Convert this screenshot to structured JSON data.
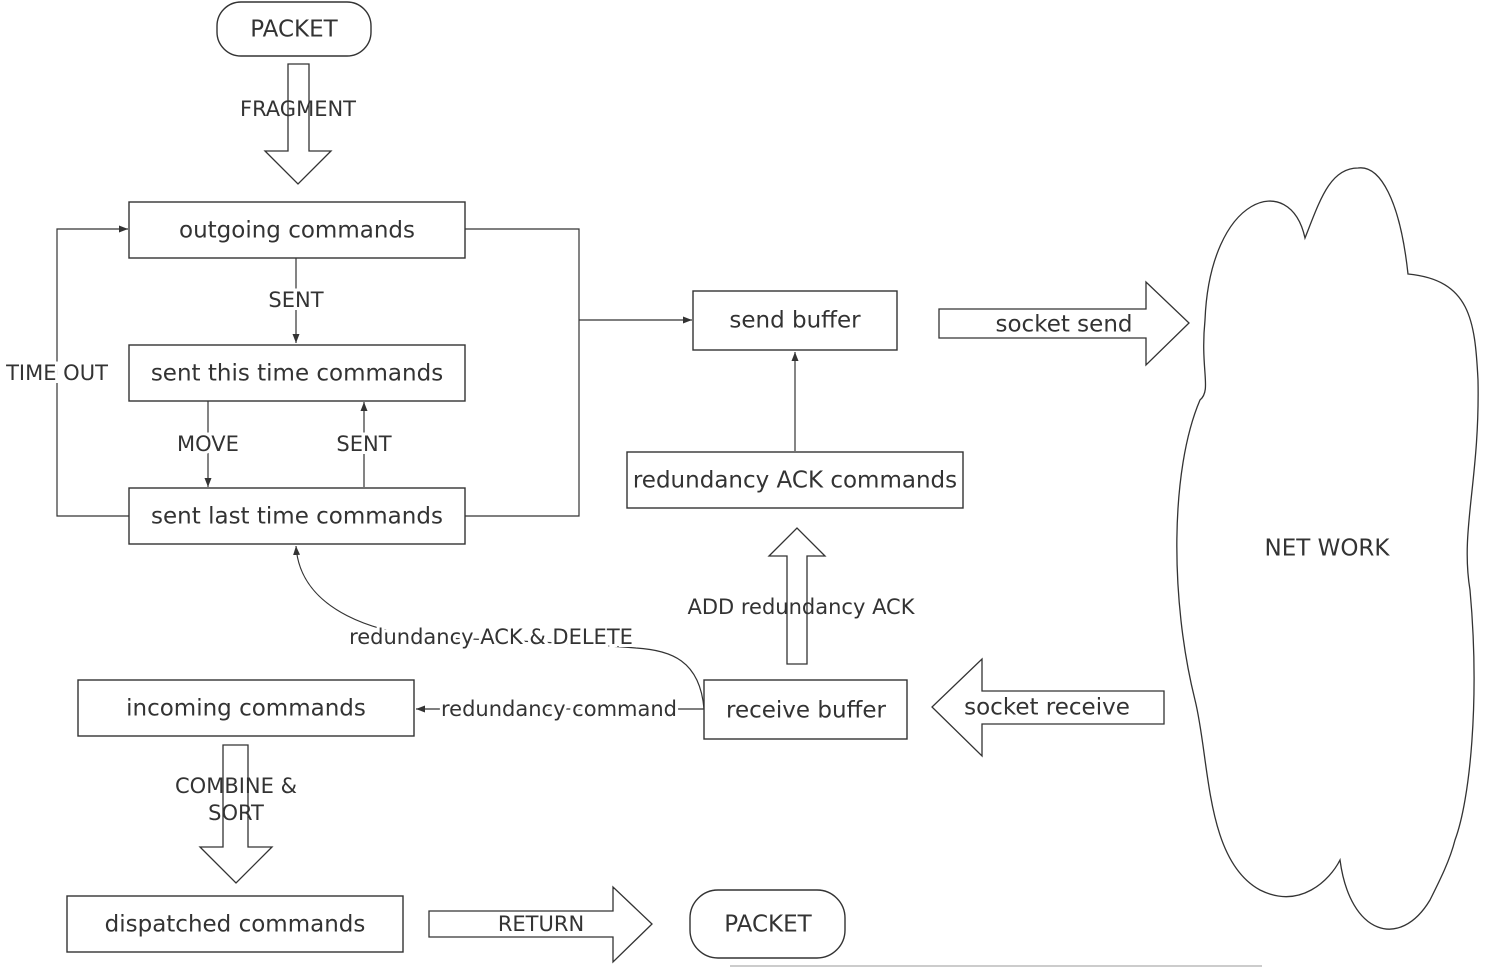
{
  "nodes": {
    "packet_top": "PACKET",
    "outgoing": "outgoing commands",
    "sent_this": "sent this time commands",
    "sent_last": "sent last time commands",
    "send_buffer": "send buffer",
    "redundancy_ack_cmds": "redundancy ACK commands",
    "incoming": "incoming commands",
    "receive_buffer": "receive buffer",
    "dispatched": "dispatched commands",
    "packet_bottom": "PACKET",
    "network": "NET WORK"
  },
  "edges": {
    "fragment": "FRAGMENT",
    "sent_1": "SENT",
    "time_out": "TIME OUT",
    "move": "MOVE",
    "sent_2": "SENT",
    "socket_send": "socket send",
    "add_redundancy_ack": "ADD  redundancy ACK",
    "redundancy_ack_delete": "redundancy ACK & DELETE",
    "redundancy_command": "redundancy command",
    "socket_receive": "socket receive",
    "combine_sort_1": "COMBINE &",
    "combine_sort_2": "SORT",
    "return": "RETURN"
  }
}
